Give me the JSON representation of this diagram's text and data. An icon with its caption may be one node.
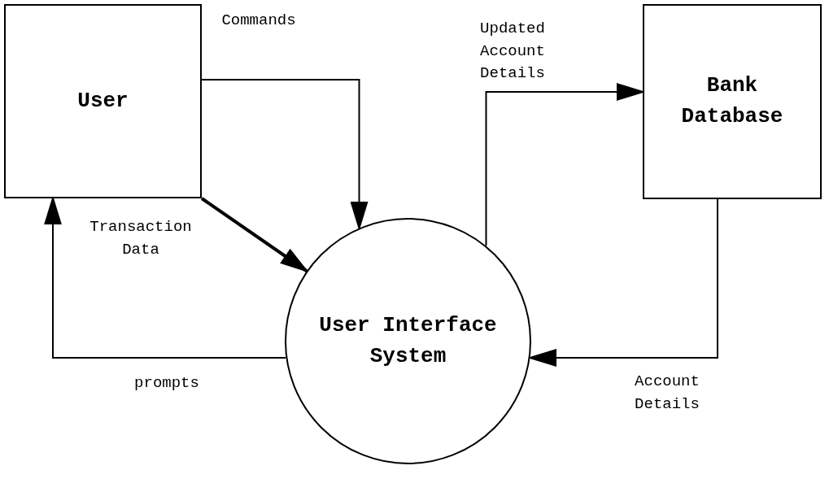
{
  "diagram": {
    "nodes": [
      {
        "text": [
          "User"
        ]
      },
      {
        "text": [
          "Bank Database"
        ]
      },
      {
        "text": [
          "User Interface System"
        ]
      }
    ],
    "edges": [
      {
        "from": 0,
        "to": 2,
        "arrow": "to",
        "label": "Commands"
      },
      {
        "from": 0,
        "to": 2,
        "arrow": "to",
        "label": "Transaction Data",
        "style": "thick"
      },
      {
        "from": 2,
        "to": 0,
        "arrow": "to",
        "label": "prompts"
      },
      {
        "from": 2,
        "to": 1,
        "arrow": "to",
        "label": "Updated Account Details"
      },
      {
        "from": 1,
        "to": 2,
        "arrow": "to",
        "label": "Account Details"
      }
    ]
  }
}
